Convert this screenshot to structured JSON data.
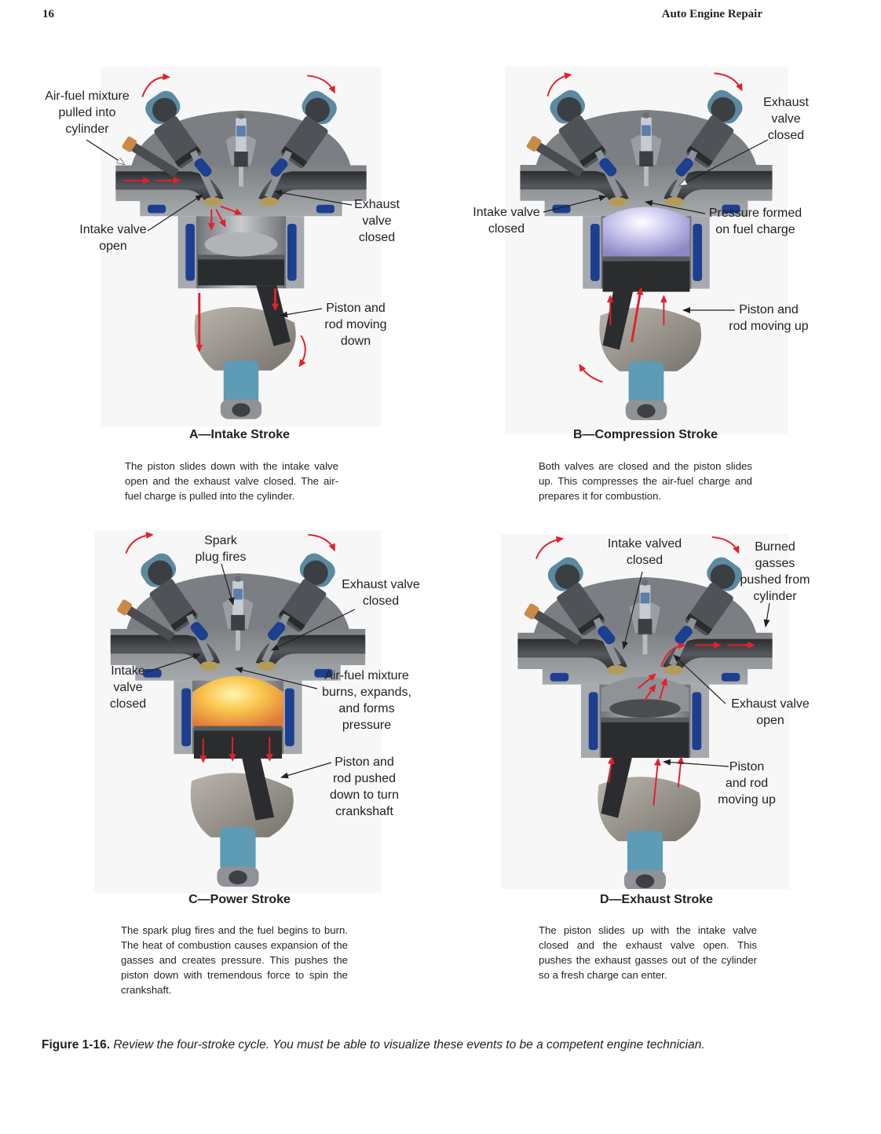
{
  "header": {
    "page_number": "16",
    "running_head": "Auto Engine Repair"
  },
  "colors": {
    "arrow_red": "#e3202b",
    "head_gray": "#8c8f92",
    "water_jacket_blue": "#1d3f8f",
    "cam_blue": "#5b8aa0",
    "compression_violet": "#b7b3e0",
    "combustion_orange": "#f4b24a",
    "background_gray": "#f7f7f7"
  },
  "panels": [
    {
      "id": "A",
      "title": "A—Intake Stroke",
      "description": "The piston slides down with the intake valve open and the exhaust valve closed. The air-fuel charge is pulled into the cylinder.",
      "callouts": [
        {
          "text": "Air-fuel mixture\npulled into\ncylinder"
        },
        {
          "text": "Intake valve\nopen"
        },
        {
          "text": "Exhaust\nvalve\nclosed"
        },
        {
          "text": "Piston and\nrod moving\ndown"
        }
      ]
    },
    {
      "id": "B",
      "title": "B—Compression Stroke",
      "description": "Both valves are closed and the piston slides up. This compresses the air-fuel charge and prepares it for combustion.",
      "callouts": [
        {
          "text": "Exhaust\nvalve\nclosed"
        },
        {
          "text": "Intake valve\nclosed"
        },
        {
          "text": "Pressure formed\non fuel charge"
        },
        {
          "text": "Piston and\nrod moving up"
        }
      ]
    },
    {
      "id": "C",
      "title": "C—Power Stroke",
      "description": "The spark plug fires and the fuel begins to burn. The heat of combustion causes expansion of the gasses and creates pressure. This pushes the piston down with tremendous force to spin the crankshaft.",
      "callouts": [
        {
          "text": "Spark\nplug fires"
        },
        {
          "text": "Exhaust valve\nclosed"
        },
        {
          "text": "Intake\nvalve\nclosed"
        },
        {
          "text": "Air-fuel mixture\nburns, expands,\nand forms\npressure"
        },
        {
          "text": "Piston and\nrod pushed\ndown to turn\ncrankshaft"
        }
      ]
    },
    {
      "id": "D",
      "title": "D—Exhaust Stroke",
      "description": "The piston slides up with the intake valve closed and the exhaust valve open. This pushes the exhaust gasses out of the cylinder so a fresh charge can enter.",
      "callouts": [
        {
          "text": "Intake valved\nclosed"
        },
        {
          "text": "Burned\ngasses\npushed from\ncylinder"
        },
        {
          "text": "Exhaust valve\nopen"
        },
        {
          "text": "Piston\nand rod\nmoving up"
        }
      ]
    }
  ],
  "figure": {
    "label": "Figure 1-16.",
    "caption": "Review the four-stroke cycle. You must be able to visualize these events to be a competent engine technician."
  }
}
